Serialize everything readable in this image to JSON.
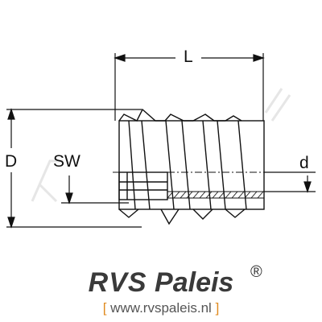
{
  "labels": {
    "length": "L",
    "outer_diameter": "D",
    "wrench_size": "SW",
    "thread_diameter": "d"
  },
  "brand": {
    "part1": "RVS",
    "part2": "Paleis",
    "registered": "®"
  },
  "website": {
    "open": "[",
    "url": "www.rvspaleis.nl",
    "close": "]"
  },
  "colors": {
    "line": "#111111",
    "brand_text": "#3a3a3a",
    "accent": "#e08a1e",
    "watermark": "#e6e6e6"
  }
}
